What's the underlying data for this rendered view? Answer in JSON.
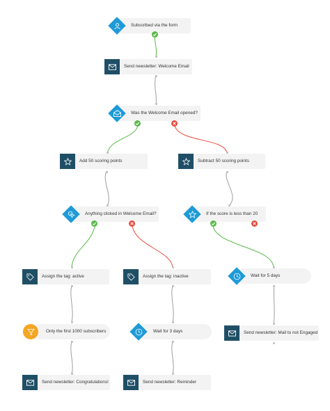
{
  "nodes": {
    "subscribed": "Subscribed via the form",
    "send_welcome": "Send newsletter: Welcome Email",
    "opened": "Was the Welcome Email opened?",
    "add50": "Add 50 scoring points",
    "sub50": "Subtract 50 scoring points",
    "clicked": "Anything clicked in Welcome Email?",
    "score_less": "If the score is less than 20",
    "tag_active": "Assign the tag: active",
    "tag_inactive": "Assign the tag: inactive",
    "wait5": "Wait for 5 days",
    "first1000": "Only the first 1000 subscribers",
    "wait3": "Wait for 3 days",
    "mail_not_engaged": "Send newsletter: Mail to not Engaged",
    "congrats": "Send newsletter: Congratulations!",
    "reminder": "Send newsletter: Reminder"
  },
  "icons": {
    "trigger": "user-icon",
    "email": "envelope-icon",
    "open_email": "open-envelope-icon",
    "score": "star-icon",
    "click": "cursor-click-icon",
    "tag": "tag-icon",
    "wait": "clock-icon",
    "filter": "funnel-icon",
    "yes": "check-icon",
    "no": "cross-icon"
  },
  "colors": {
    "condition": "#1e9bd7",
    "action": "#1f4f66",
    "filter": "#f5a623",
    "yes": "#58b947",
    "no": "#e74b3c",
    "link": "#9e9e9e",
    "node_bg": "#f3f3f3"
  }
}
